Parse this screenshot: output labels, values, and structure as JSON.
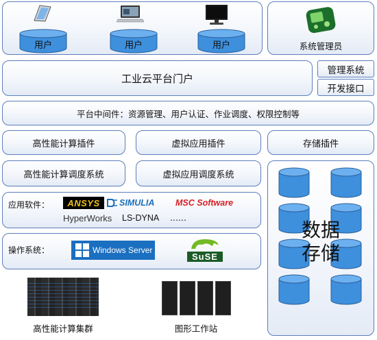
{
  "users": {
    "items": [
      {
        "label": "用户",
        "device": "tablet"
      },
      {
        "label": "用户",
        "device": "laptop"
      },
      {
        "label": "用户",
        "device": "desktop-monitor"
      }
    ]
  },
  "admin": {
    "label": "系统管理员",
    "icon": "admin-console-icon"
  },
  "portal": {
    "label": "工业云平台门户"
  },
  "side_buttons": {
    "management": "管理系统",
    "dev_interface": "开发接口"
  },
  "middleware": {
    "label": "平台中间件：资源管理、用户认证、作业调度、权限控制等"
  },
  "plugins": {
    "hpc": "高性能计算插件",
    "virtual_app": "虚拟应用插件",
    "storage": "存储插件"
  },
  "scheduling": {
    "hpc": "高性能计算调度系统",
    "virtual_app": "虚拟应用调度系统"
  },
  "software": {
    "label": "应用软件：",
    "logos": [
      "ANSYS",
      "SIMULIA",
      "MSC Software",
      "HyperWorks",
      "LS-DYNA",
      "……"
    ]
  },
  "os": {
    "label": "操作系统：",
    "logos": [
      "Windows Server",
      "SuSE"
    ]
  },
  "storage_area": {
    "line1": "数据",
    "line2": "存储"
  },
  "hardware": {
    "cluster": "高性能计算集群",
    "workstation": "图形工作站"
  },
  "colors": {
    "border": "#5b7dbb",
    "cylinder": "#3e8fdc",
    "ansys_bg": "#000000",
    "msc_red": "#d62027"
  }
}
